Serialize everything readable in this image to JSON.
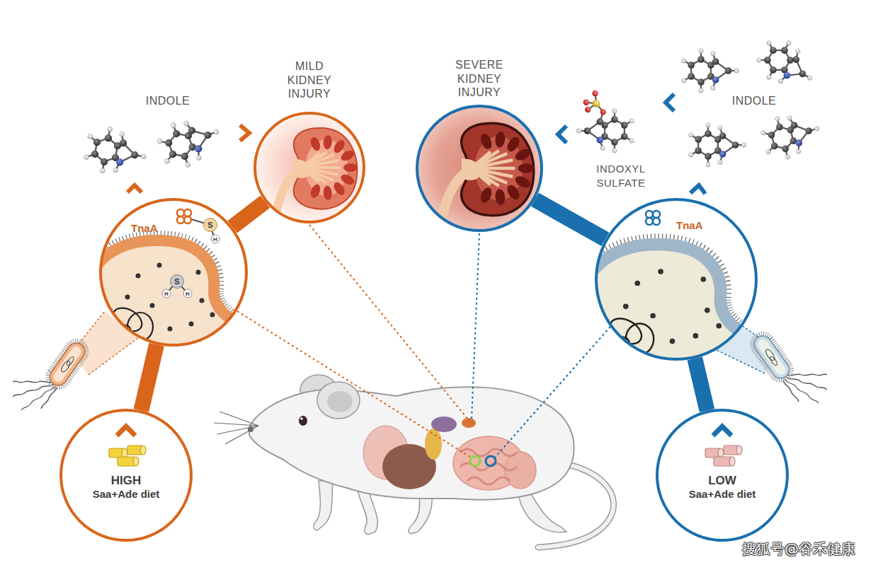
{
  "diagram": {
    "nodes": [
      {
        "text": [
          "MILD KIDNEY INJURY"
        ]
      },
      {
        "text": [
          "SEVERE KIDNEY INJURY"
        ]
      },
      {
        "text": [
          "TnaA"
        ]
      },
      {
        "text": [
          "TnaA"
        ]
      },
      {
        "text": [
          "HIGH",
          "Saa+Ade diet"
        ]
      },
      {
        "text": [
          "LOW",
          "Saa+Ade diet"
        ]
      }
    ],
    "edges": [
      {
        "from": 4,
        "to": 2,
        "arrow": "none"
      },
      {
        "from": 2,
        "to": 0,
        "arrow": "none"
      },
      {
        "from": 5,
        "to": 3,
        "arrow": "none"
      },
      {
        "from": 3,
        "to": 1,
        "arrow": "none"
      }
    ],
    "labels": [
      "INDOLE",
      "S",
      "H",
      "S",
      "H",
      "H",
      "INDOLE",
      "INDOXYL SULFATE",
      "搜狐号@谷禾健康"
    ]
  }
}
